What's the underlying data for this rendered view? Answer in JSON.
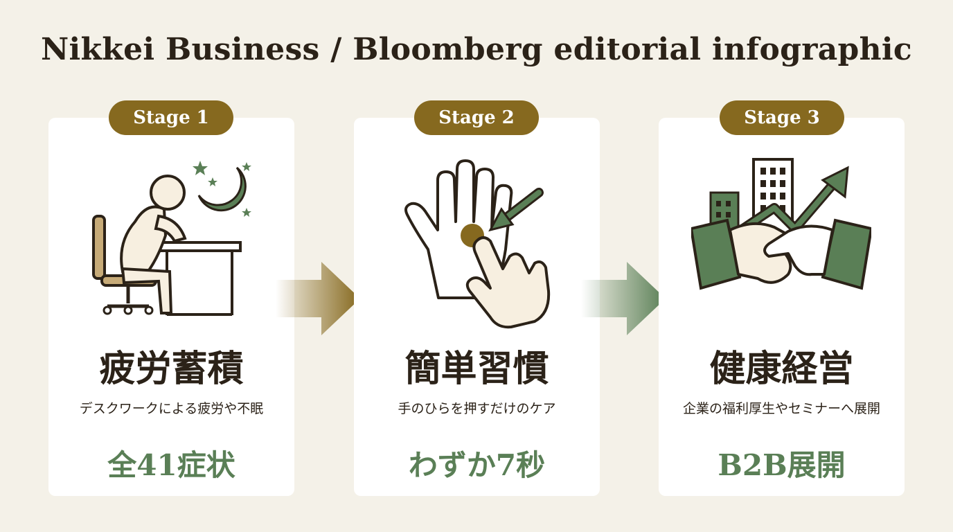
{
  "title": "Nikkei Business / Bloomberg editorial infographic",
  "colors": {
    "background": "#f4f1e8",
    "badge": "#86691f",
    "accent_green": "#5a7f56",
    "ink": "#2b2218"
  },
  "stages": [
    {
      "badge": "Stage 1",
      "icon": "tired-desk-worker-icon",
      "title": "疲労蓄積",
      "subtitle": "デスクワークによる疲労や不眠",
      "metric": "全41症状"
    },
    {
      "badge": "Stage 2",
      "icon": "palm-press-icon",
      "title": "簡単習慣",
      "subtitle": "手のひらを押すだけのケア",
      "metric": "わずか7秒"
    },
    {
      "badge": "Stage 3",
      "icon": "handshake-growth-icon",
      "title": "健康経営",
      "subtitle": "企業の福利厚生やセミナーへ展開",
      "metric": "B2B展開"
    }
  ]
}
